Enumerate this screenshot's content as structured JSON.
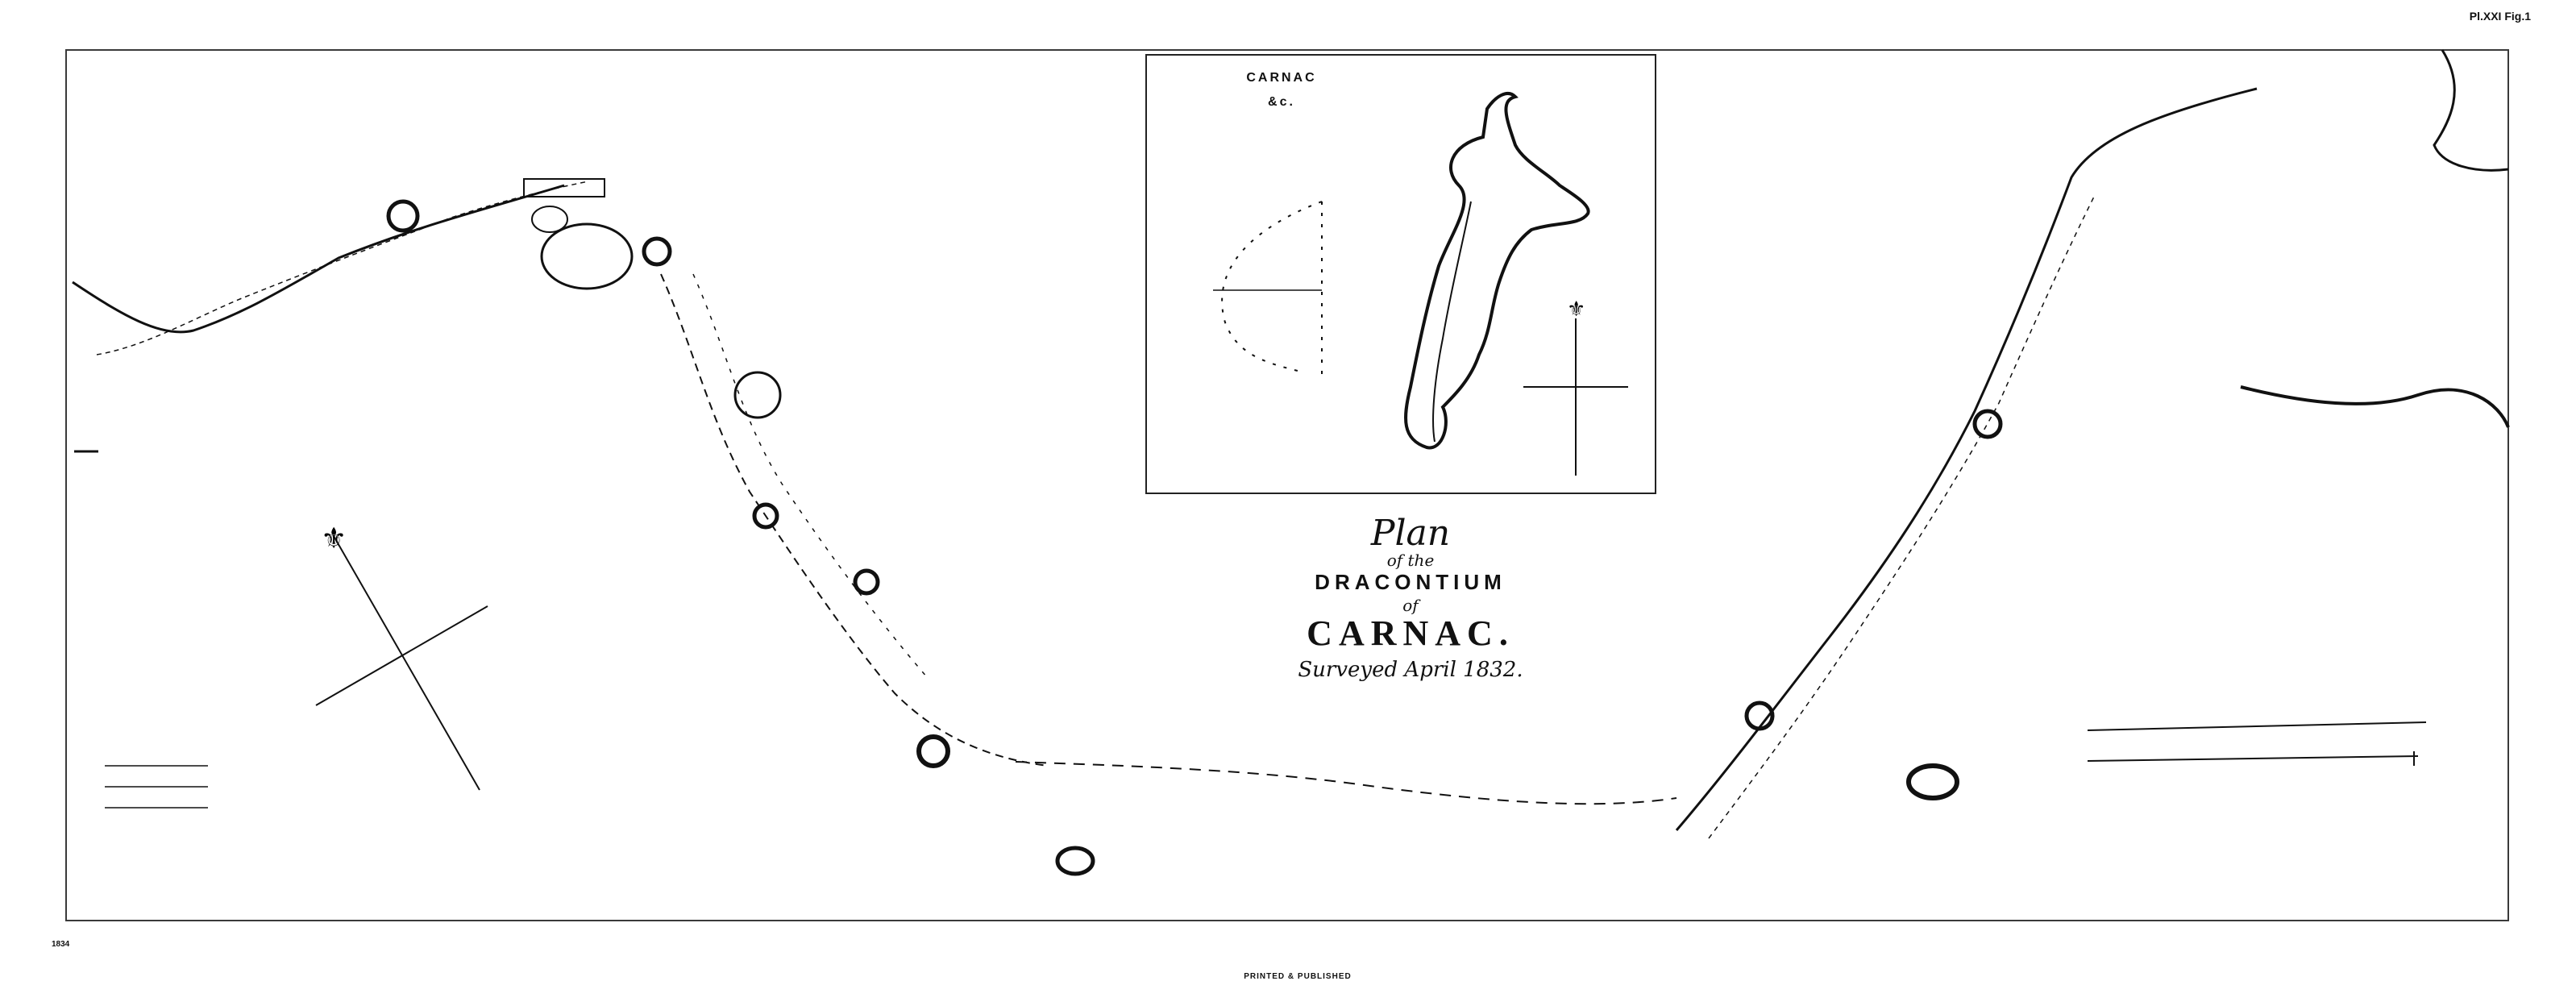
{
  "plate_number": "Pl.XXI Fig.1",
  "title": {
    "plan": "Plan",
    "of_the": "of the",
    "dracontium": "DRACONTIUM",
    "of": "of",
    "carnac": "CARNAC.",
    "surveyed": "Surveyed April 1832."
  },
  "inset": {
    "title_line1": "CARNAC",
    "title_line2": "&c."
  },
  "imprint": "PRINTED & PUBLISHED",
  "corner_mark": "1834",
  "colors": {
    "ink": "#111111",
    "paper": "#ffffff",
    "frame": "#3a3a3a"
  },
  "features": [
    "stone-avenue",
    "tumulus",
    "cromlech",
    "compass-rose",
    "scale-bar",
    "inset-map"
  ]
}
